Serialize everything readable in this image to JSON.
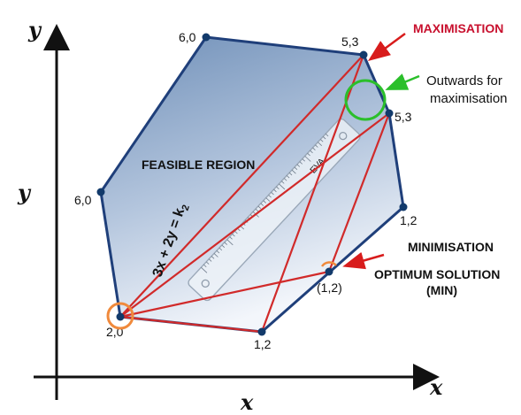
{
  "axes": {
    "x_label": "x",
    "y_label": "y",
    "x_label_secondary": "x",
    "y_label_secondary": "y"
  },
  "region": {
    "label": "FEASIBLE REGION"
  },
  "vertices": [
    {
      "id": "v-top-left",
      "label": "6,0"
    },
    {
      "id": "v-top-right",
      "label": "5,3"
    },
    {
      "id": "v-right-upper",
      "label": "5,3"
    },
    {
      "id": "v-right-lower",
      "label": "1,2"
    },
    {
      "id": "v-bottom",
      "label": "1,2"
    },
    {
      "id": "v-bottom-left",
      "label": "2,0"
    },
    {
      "id": "v-left",
      "label": "6,0"
    }
  ],
  "interior_point": {
    "label": "(1,2)"
  },
  "objective": {
    "equation_main": "3x + 2y = k",
    "equation_subscript": "2"
  },
  "ruler": {
    "brand": "EVA"
  },
  "annotations": {
    "maximisation": "MAXIMISATION",
    "outwards_line1": "Outwards for",
    "outwards_line2": "maximisation",
    "minimisation": "MINIMISATION",
    "optimum_line1": "OPTIMUM SOLUTION",
    "optimum_line2": "(MIN)"
  },
  "colors": {
    "region_fill_top": "#6f8fb8",
    "region_fill_bottom": "#f3f6fb",
    "region_stroke": "#1f3f7a",
    "vertex": "#123a6b",
    "line_red": "#d12a2a",
    "arrow_red": "#d81c1c",
    "green": "#2bbf2b",
    "orange": "#f08a3c"
  }
}
